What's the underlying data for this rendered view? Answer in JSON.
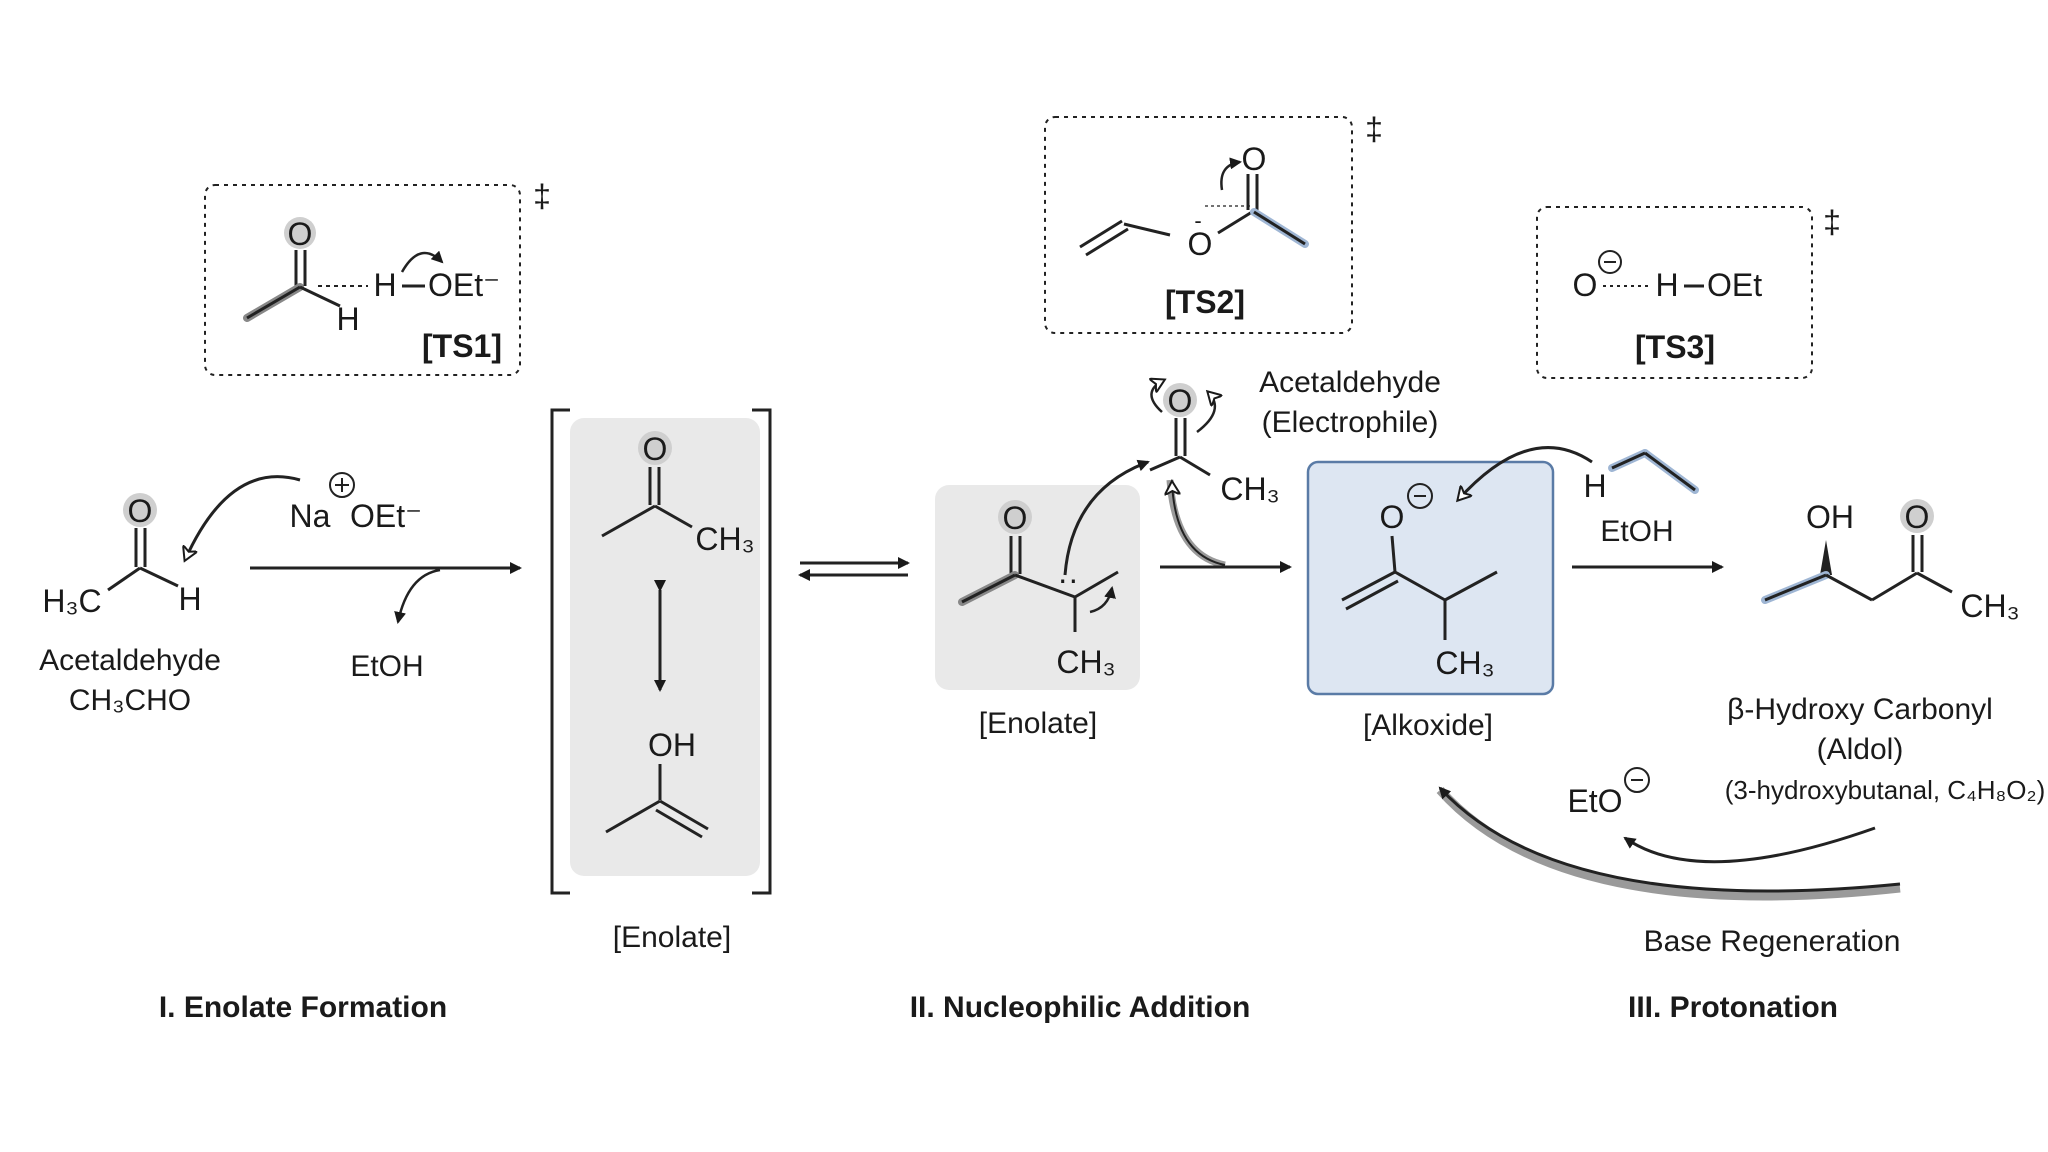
{
  "ts1": {
    "label": "[TS1]",
    "dagger": "‡",
    "o": "O",
    "h1": "H",
    "h2": "H",
    "oet": "OEt⁻"
  },
  "ts2": {
    "label": "[TS2]",
    "dagger": "‡",
    "o_top": "O",
    "o_bot": "O",
    "minus": "-"
  },
  "ts3": {
    "label": "[TS3]",
    "dagger": "‡",
    "o": "O",
    "h": "H",
    "oet": "OEt"
  },
  "step1": {
    "reactant_o": "O",
    "h3c": "H₃C",
    "h": "H",
    "reactant_name": "Acetaldehyde",
    "reactant_formula": "CH₃CHO",
    "base": "Na",
    "base_anion": "OEt⁻",
    "byproduct": "EtOH",
    "res_o": "O",
    "res_ch3": "CH₃",
    "res_oh": "OH",
    "enolate_label": "[Enolate]"
  },
  "step2": {
    "enolate_o": "O",
    "enolate_ch3": "CH₃",
    "lone_pair": "··",
    "enolate_label": "[Enolate]",
    "electrophile_o": "O",
    "electrophile_ch3": "CH₃",
    "electrophile_name": "Acetaldehyde",
    "electrophile_role": "(Electrophile)",
    "alkoxide_o": "O",
    "alkoxide_ch3": "CH₃",
    "alkoxide_label": "[Alkoxide]"
  },
  "step3": {
    "donor_h": "H",
    "donor_name": "EtOH",
    "product_oh": "OH",
    "product_o": "O",
    "product_ch3": "CH₃",
    "product_name": "β-Hydroxy Carbonyl",
    "product_class": "(Aldol)",
    "product_iupac": "(3-hydroxybutanal, C₄H₈O₂)",
    "eto": "EtO",
    "regen_label": "Base Regeneration"
  },
  "sections": {
    "s1": "I. Enolate Formation",
    "s2": "II. Nucleophilic Addition",
    "s3": "III. Protonation"
  },
  "colors": {
    "ink": "#1a1a1a",
    "highlight_gray": "#e9e9e9",
    "highlight_blue": "#dde6f2",
    "blue_border": "#5a7ba6"
  }
}
